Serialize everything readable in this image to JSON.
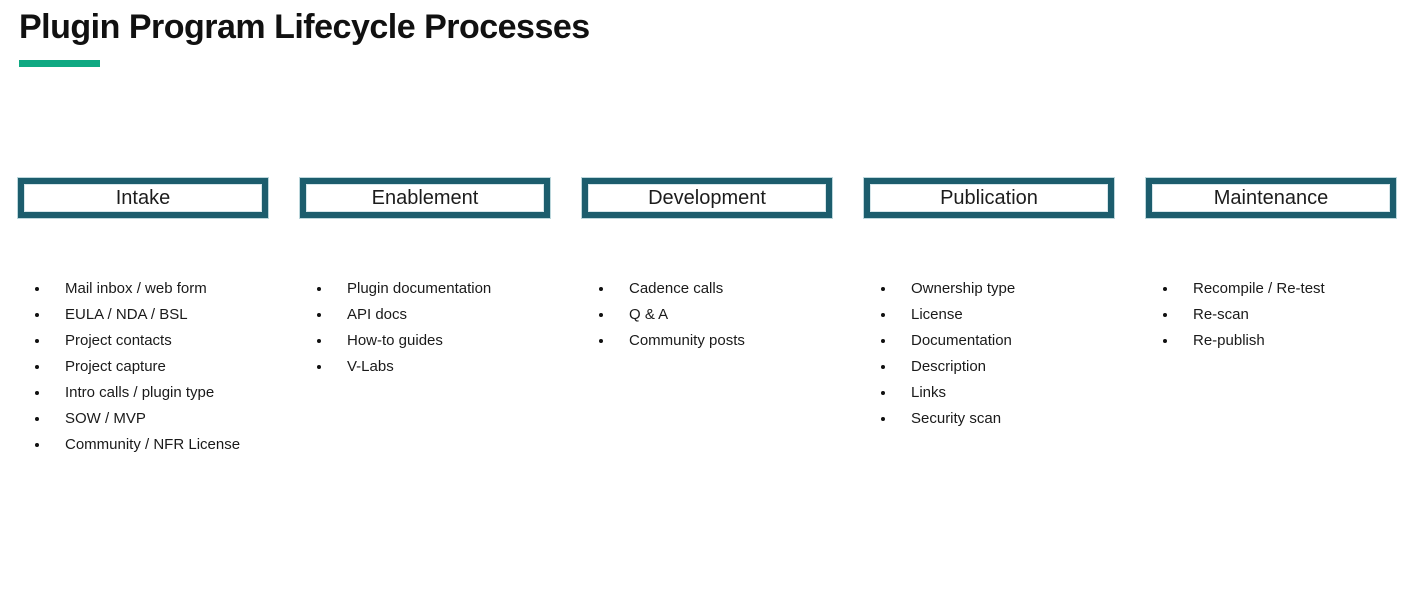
{
  "slide": {
    "title": "Plugin Program Lifecycle Processes",
    "accent_color": "#0FA982",
    "box_border_color": "#1C5D6D",
    "text_color": "#1A1A1A"
  },
  "columns": [
    {
      "header": "Intake",
      "items": [
        "Mail inbox / web form",
        "EULA / NDA / BSL",
        "Project contacts",
        "Project capture",
        "Intro calls / plugin type",
        "SOW / MVP",
        "Community / NFR License"
      ]
    },
    {
      "header": "Enablement",
      "items": [
        "Plugin documentation",
        "API docs",
        "How-to guides",
        "V-Labs"
      ]
    },
    {
      "header": "Development",
      "items": [
        "Cadence calls",
        "Q & A",
        "Community posts"
      ]
    },
    {
      "header": "Publication",
      "items": [
        "Ownership type",
        "License",
        "Documentation",
        "Description",
        "Links",
        "Security scan"
      ]
    },
    {
      "header": "Maintenance",
      "items": [
        "Recompile / Re-test",
        "Re-scan",
        "Re-publish"
      ]
    }
  ]
}
